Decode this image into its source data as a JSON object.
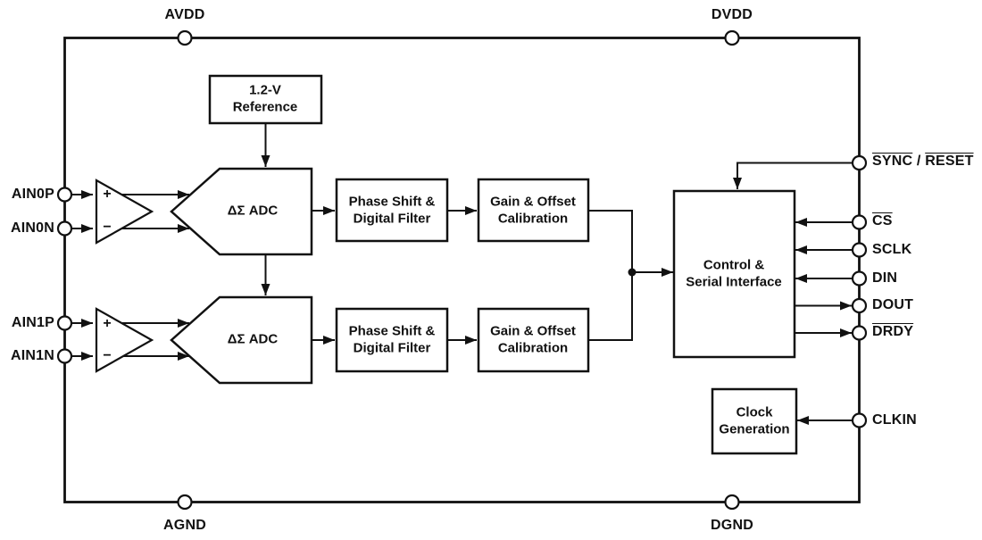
{
  "pins": {
    "avdd": "AVDD",
    "dvdd": "DVDD",
    "agnd": "AGND",
    "dgnd": "DGND",
    "ain0p": "AIN0P",
    "ain0n": "AIN0N",
    "ain1p": "AIN1P",
    "ain1n": "AIN1N",
    "sync": "SYNC",
    "separator": " / ",
    "reset": "RESET",
    "cs": "CS",
    "sclk": "SCLK",
    "din": "DIN",
    "dout": "DOUT",
    "drdy": "DRDY",
    "clkin": "CLKIN"
  },
  "blocks": {
    "reference": "1.2-V\nReference",
    "adc0": "ΔΣ ADC",
    "adc1": "ΔΣ ADC",
    "phase0": "Phase Shift &\nDigital Filter",
    "phase1": "Phase Shift &\nDigital Filter",
    "gain0": "Gain & Offset\nCalibration",
    "gain1": "Gain & Offset\nCalibration",
    "control": "Control &\nSerial Interface",
    "clock": "Clock\nGeneration"
  },
  "amps": {
    "plus": "+",
    "minus": "−"
  },
  "colors": {
    "ink": "#111111",
    "background": "#ffffff"
  }
}
